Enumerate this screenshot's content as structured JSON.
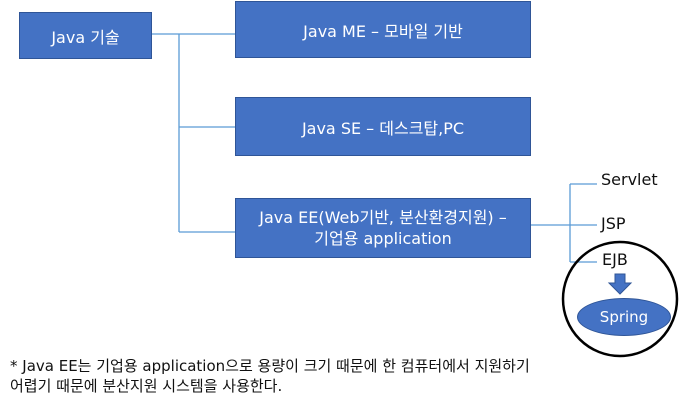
{
  "nodes": {
    "main": "Java 기술",
    "me": "Java ME – 모바일 기반",
    "se": "Java SE – 데스크탑,PC",
    "ee_line1": "Java EE(Web기반, 분산환경지원) –",
    "ee_line2": "기업용 application"
  },
  "ee_items": {
    "servlet": "Servlet",
    "jsp": "JSP",
    "ejb": "EJB"
  },
  "spring": "Spring",
  "note": {
    "line1": "* Java EE는 기업용 application으로 용량이 크기 때문에 한 컴퓨터에서 지원하기",
    "line2": "어렵기 때문에 분산지원 시스템을 사용한다."
  },
  "colors": {
    "box_fill": "#4472c4",
    "box_border": "#2f5597",
    "connector": "#5b9bd5",
    "circle": "#000000"
  }
}
